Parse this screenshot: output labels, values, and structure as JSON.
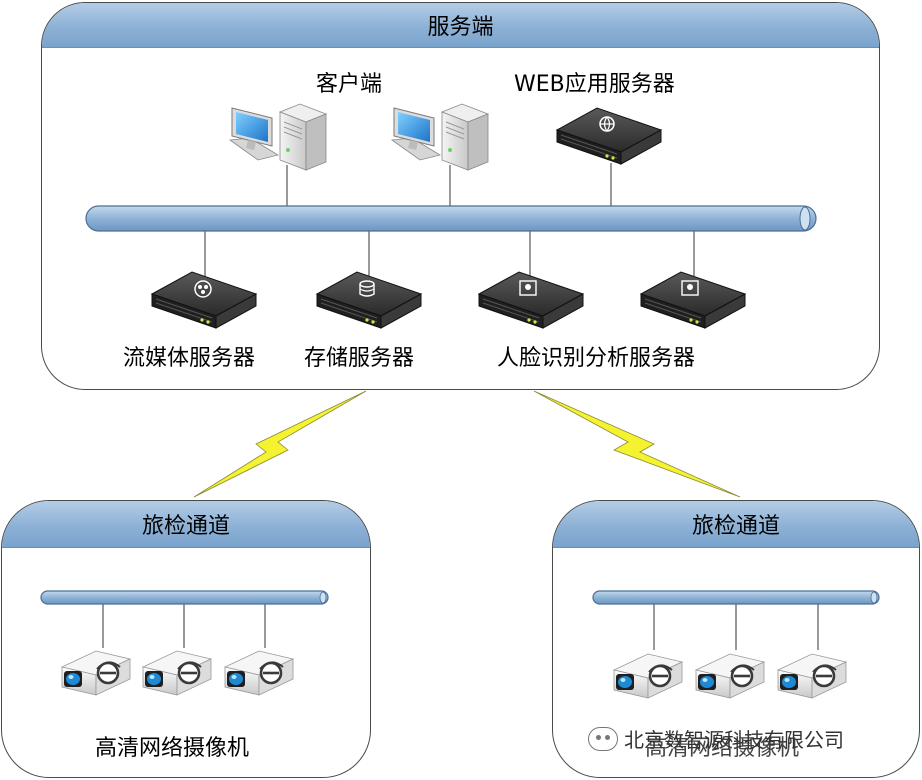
{
  "server_panel": {
    "title": "服务端",
    "labels": {
      "client": "客户端",
      "web_server": "WEB应用服务器",
      "streaming_server": "流媒体服务器",
      "storage_server": "存储服务器",
      "face_server": "人脸识别分析服务器"
    }
  },
  "channels": [
    {
      "title": "旅检通道",
      "camera_label": "高清网络摄像机"
    },
    {
      "title": "旅检通道",
      "camera_label": "高清网络摄像机"
    }
  ],
  "watermark": {
    "text": "北京数智源科技有限公司",
    "icon": "wechat-icon"
  },
  "colors": {
    "header": "#8db1d6",
    "pipe": "#8fb3d6",
    "lightning": "#f5f230",
    "screen": "#1e8ad6"
  }
}
